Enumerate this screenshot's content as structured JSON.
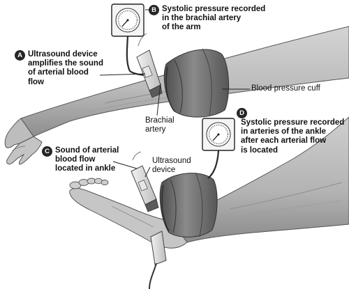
{
  "callouts": {
    "a": {
      "badge": "A",
      "text": "Ultrasound device\namplifies the sound\nof arterial blood flow"
    },
    "b": {
      "badge": "B",
      "text": "Systolic pressure recorded\nin the brachial artery\nof the arm"
    },
    "c": {
      "badge": "C",
      "text": "Sound of arterial\nblood flow\nlocated in ankle"
    },
    "d": {
      "badge": "D",
      "text": "Systolic pressure recorded\nin arteries of the ankle\nafter each arterial flow\nis located"
    }
  },
  "labels": {
    "cuff": "Blood pressure cuff",
    "brachial_artery": "Brachial\nartery",
    "ultrasound_device": "Ultrasound\ndevice"
  },
  "colors": {
    "badge": "#262626",
    "skin": "#bdbdbd",
    "cuff": "#6a6a6a",
    "background": "#ffffff"
  }
}
